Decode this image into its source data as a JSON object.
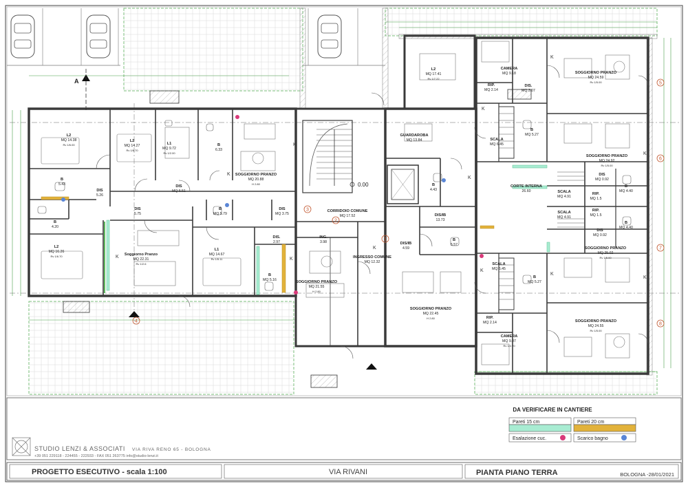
{
  "rooms": [
    {
      "id": "r1",
      "name": "L2",
      "area": "MQ 14.38",
      "extra": "Rv 1/6.00"
    },
    {
      "id": "r2",
      "name": "L2",
      "area": "MQ 14.27",
      "extra": "Rv 1/6.70"
    },
    {
      "id": "r3",
      "name": "L1",
      "area": "MQ 9.72",
      "extra": "Rv 1/2.00"
    },
    {
      "id": "r4",
      "name": "B",
      "area": "6.33",
      "extra": ""
    },
    {
      "id": "r5",
      "name": "SOGGIORNO PRANZO",
      "area": "MQ 20.88",
      "extra": "H 2.80"
    },
    {
      "id": "r6",
      "name": "B",
      "area": "5.43",
      "extra": ""
    },
    {
      "id": "r7",
      "name": "DIS",
      "area": "5.26",
      "extra": ""
    },
    {
      "id": "r8",
      "name": "DIS",
      "area": "MQ 5.51",
      "extra": ""
    },
    {
      "id": "r9",
      "name": "B",
      "area": "MQ 5.79",
      "extra": ""
    },
    {
      "id": "r10",
      "name": "DIS",
      "area": "MQ 3.75",
      "extra": ""
    },
    {
      "id": "r11",
      "name": "DIS",
      "area": "5.75",
      "extra": ""
    },
    {
      "id": "r12",
      "name": "B",
      "area": "4.20",
      "extra": ""
    },
    {
      "id": "r13",
      "name": "L2",
      "area": "MQ 16.26",
      "extra": "Rv 1/6.70"
    },
    {
      "id": "r14",
      "name": "Soggiorno Pranzo",
      "area": "MQ 22.31",
      "extra": "Rv 1/2.6"
    },
    {
      "id": "r15",
      "name": "L1",
      "area": "MQ 14.67",
      "extra": "Rv 1/5.11"
    },
    {
      "id": "r16",
      "name": "DIS.",
      "area": "2.97",
      "extra": ""
    },
    {
      "id": "r17",
      "name": "B",
      "area": "MQ 5.16",
      "extra": ""
    },
    {
      "id": "r18",
      "name": "SOGGIORNO PRANZO",
      "area": "MQ 21.55",
      "extra": "H 2.80"
    },
    {
      "id": "r19",
      "name": "ING.",
      "area": "3.98",
      "extra": ""
    },
    {
      "id": "r20",
      "name": "CORRIDOIO COMUNE",
      "area": "MQ 17.52",
      "extra": ""
    },
    {
      "id": "r21",
      "name": "INGRESSO COMUNE",
      "area": "MQ 12.32",
      "extra": ""
    },
    {
      "id": "r22",
      "name": "L2",
      "area": "MQ 17.41",
      "extra": "Rv 1/7.22"
    },
    {
      "id": "r23",
      "name": "GUARDAROBA",
      "area": "MQ 13.84",
      "extra": ""
    },
    {
      "id": "r24",
      "name": "B",
      "area": "4.43",
      "extra": ""
    },
    {
      "id": "r25",
      "name": "DIS/IB",
      "area": "13.73",
      "extra": ""
    },
    {
      "id": "r26",
      "name": "DIS/IB",
      "area": "4.59",
      "extra": ""
    },
    {
      "id": "r27",
      "name": "B",
      "area": "5.57",
      "extra": ""
    },
    {
      "id": "r28",
      "name": "SOGGIORNO PRANZO",
      "area": "MQ 22.45",
      "extra": "H 2.80"
    },
    {
      "id": "r29",
      "name": "CAMERA",
      "area": "MQ 9.18",
      "extra": ""
    },
    {
      "id": "r30",
      "name": "DIS.",
      "area": "MQ 3.07",
      "extra": ""
    },
    {
      "id": "r31",
      "name": "RIP.",
      "area": "MQ 2.14",
      "extra": ""
    },
    {
      "id": "r32",
      "name": "SOGGIORNO PRANZO",
      "area": "MQ 24.59",
      "extra": "Rv 1/5.00"
    },
    {
      "id": "r33",
      "name": "B",
      "area": "MQ 5.27",
      "extra": ""
    },
    {
      "id": "r34",
      "name": "SCALA",
      "area": "MQ 6.45",
      "extra": ""
    },
    {
      "id": "r35",
      "name": "SOGGIORNO PRANZO",
      "area": "MQ 24.92",
      "extra": "Rv 1/5.00"
    },
    {
      "id": "r36",
      "name": "CORTE INTERNA",
      "area": "26.60",
      "extra": ""
    },
    {
      "id": "r37",
      "name": "SCALA",
      "area": "MQ 4.91",
      "extra": ""
    },
    {
      "id": "r38",
      "name": "DIS",
      "area": "MQ 0.92",
      "extra": ""
    },
    {
      "id": "r39",
      "name": "B",
      "area": "MQ 4.40",
      "extra": ""
    },
    {
      "id": "r40",
      "name": "RIP.",
      "area": "MQ 1.5",
      "extra": ""
    },
    {
      "id": "r41",
      "name": "SCALA",
      "area": "MQ 4.91",
      "extra": ""
    },
    {
      "id": "r42",
      "name": "RIP.",
      "area": "MQ 1.5",
      "extra": ""
    },
    {
      "id": "r43",
      "name": "B",
      "area": "MQ 4.40",
      "extra": ""
    },
    {
      "id": "r44",
      "name": "DIS",
      "area": "MQ 0.92",
      "extra": ""
    },
    {
      "id": "r45",
      "name": "SOGGIORNO PRANZO",
      "area": "MQ 25.02",
      "extra": "Rv 1/5.00"
    },
    {
      "id": "r46",
      "name": "SCALA",
      "area": "MQ 6.45",
      "extra": ""
    },
    {
      "id": "r47",
      "name": "B",
      "area": "MQ 5.27",
      "extra": ""
    },
    {
      "id": "r48",
      "name": "RIP.",
      "area": "MQ 2.14",
      "extra": ""
    },
    {
      "id": "r49",
      "name": "SOGGIORNO PRANZO",
      "area": "MQ 24.55",
      "extra": "Rv 1/5.00"
    },
    {
      "id": "r50",
      "name": "CAMERA",
      "area": "MQ 9.07",
      "extra": "Rv 1/2.70"
    }
  ],
  "marks": {
    "level": "0.00",
    "section": "A",
    "kitchen": "K",
    "circles_left": [
      "1",
      "2",
      "3"
    ],
    "circles_right": [
      "5",
      "6",
      "7",
      "8"
    ],
    "axis_bottom": "4"
  },
  "legend": {
    "title": "DA VERIFICARE IN CANTIERE",
    "items": [
      {
        "label": "Pareti 15 cm",
        "color": "#a8ecd2"
      },
      {
        "label": "Pareti 20 cm",
        "color": "#e2b23a"
      },
      {
        "label": "Esalazione cuc.",
        "color": "#d93a7a"
      },
      {
        "label": "Scarico bagno",
        "color": "#5a86d6"
      }
    ]
  },
  "studio": {
    "name": "STUDIO LENZI & ASSOCIATI",
    "address": "VIA RIVA RENO 65 - BOLOGNA",
    "contacts": "+39 051 229118 - 224455 - 222933 - FAX 051 263775 info@studio-lenzi.it"
  },
  "titleblock": {
    "project": "PROGETTO ESECUTIVO - scala 1:100",
    "street": "VIA RIVANI",
    "drawing": "PIANTA PIANO TERRA",
    "date": "BOLOGNA -28/01/2021"
  },
  "colors": {
    "wall": "#3a3a3a",
    "green_line": "#4fb24f",
    "dim_red": "#d04a3c",
    "dim_green": "#46a046",
    "wall15": "#a8ecd2",
    "wall20": "#e2b23a"
  }
}
